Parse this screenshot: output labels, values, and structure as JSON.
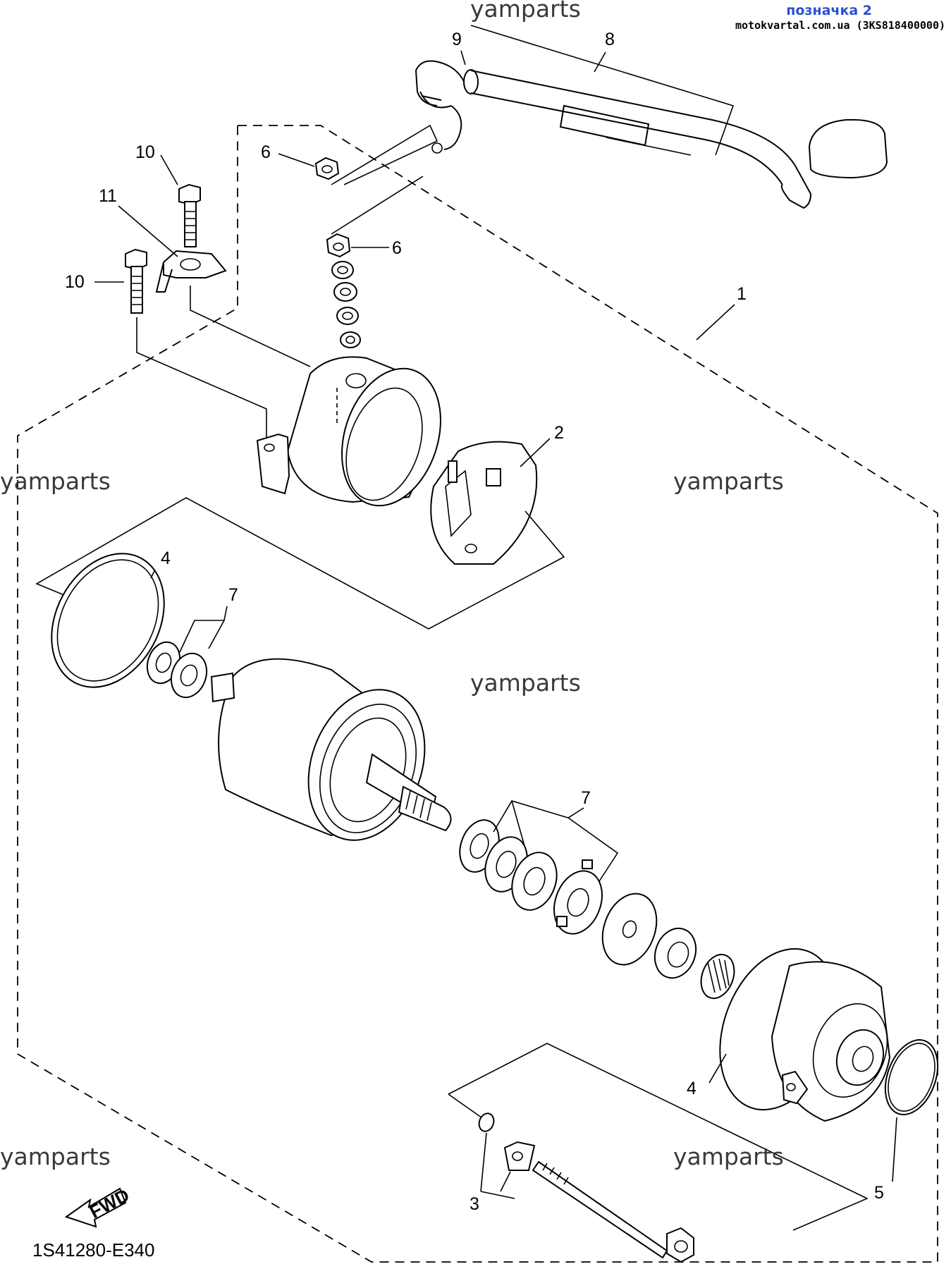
{
  "header": {
    "title": "позначка 2",
    "subtitle": "motokvartal.com.ua (3KS818400000)"
  },
  "watermarks": [
    "yamparts",
    "yamparts",
    "yamparts",
    "yamparts",
    "yamparts",
    "yamparts"
  ],
  "diagram_code": "1S41280-E340",
  "fwd_label": "FWD",
  "callouts": {
    "c1": "1",
    "c2": "2",
    "c3": "3",
    "c4a": "4",
    "c4b": "4",
    "c5": "5",
    "c6a": "6",
    "c6b": "6",
    "c7a": "7",
    "c7b": "7",
    "c8": "8",
    "c9": "9",
    "c10a": "10",
    "c10b": "10",
    "c11": "11"
  }
}
